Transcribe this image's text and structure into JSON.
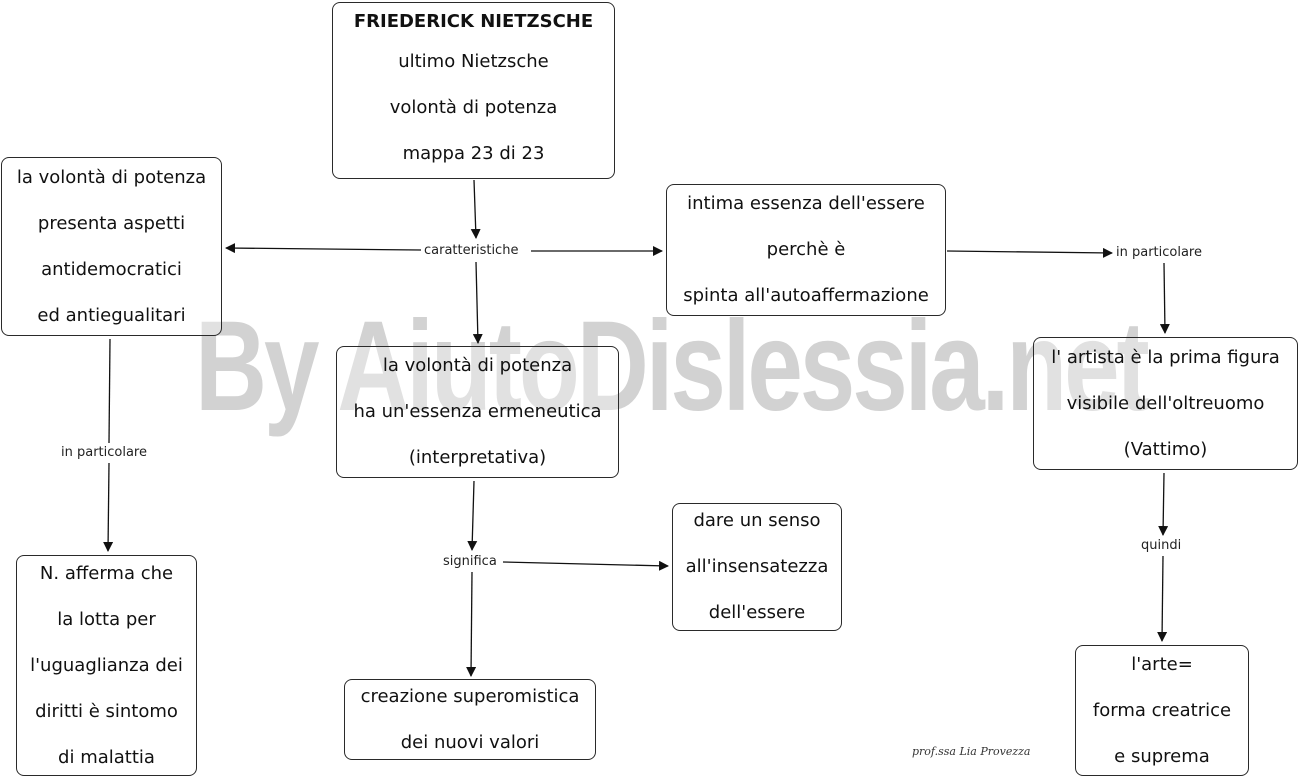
{
  "watermark": "By AiutoDislessia.net",
  "nodes": {
    "title": [
      "FRIEDERICK NIETZSCHE",
      "ultimo Nietzsche",
      "volontà di potenza",
      "mappa 23 di 23"
    ],
    "aspects": [
      "la volontà di potenza",
      "presenta aspetti",
      "antidemocratici",
      "ed antiegualitari"
    ],
    "essence": [
      "intima essenza dell'essere",
      "perchè è",
      "spinta all'autoaffermazione"
    ],
    "hermeneutic": [
      "la volontà di potenza",
      "ha un'essenza ermeneutica",
      "(interpretativa)"
    ],
    "artist": [
      "l' artista è la prima figura",
      "visibile dell'oltreuomo",
      "(Vattimo)"
    ],
    "meaning": [
      "dare un senso",
      "all'insensatezza",
      "dell'essere"
    ],
    "equality": [
      "N. afferma che",
      "la lotta per",
      "l'uguaglianza dei",
      "diritti è sintomo",
      "di malattia"
    ],
    "values": [
      "creazione superomistica",
      "dei nuovi valori"
    ],
    "art": [
      "l'arte=",
      "forma creatrice",
      "e suprema"
    ]
  },
  "labels": {
    "characteristics": "caratteristiche",
    "in_particular_right": "in particolare",
    "in_particular_left": "in particolare",
    "means": "significa",
    "therefore": "quindi"
  },
  "signature": "prof.ssa Lia Provezza",
  "colors": {
    "line": "#111111",
    "watermark": "#d2d2d2",
    "border": "#2a2a2a"
  }
}
